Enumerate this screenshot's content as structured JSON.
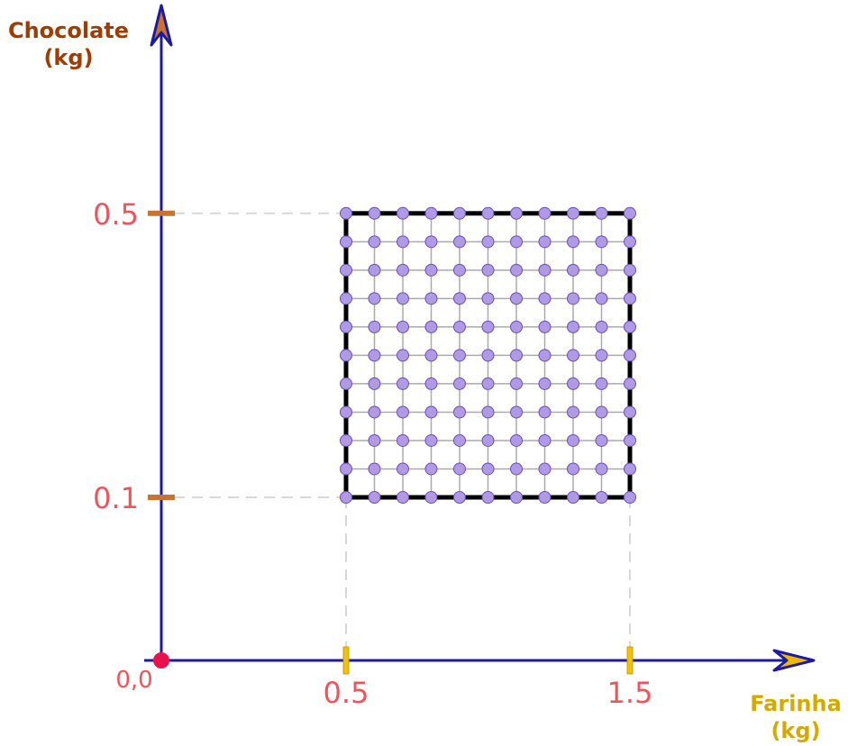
{
  "chart_data": {
    "type": "scatter",
    "title": "",
    "xlabel": "Farinha",
    "xunit": "(kg)",
    "ylabel": "Chocolate",
    "yunit": "(kg)",
    "origin_label": "0,0",
    "x_ticks": [
      {
        "value": 0.5,
        "label": "0.5"
      },
      {
        "value": 1.5,
        "label": "1.5"
      }
    ],
    "y_ticks": [
      {
        "value": 0.1,
        "label": "0.1"
      },
      {
        "value": 0.5,
        "label": "0.5"
      }
    ],
    "region": {
      "x": [
        0.5,
        1.5
      ],
      "y": [
        0.1,
        0.5
      ]
    },
    "grid_points": {
      "x_start": 0.5,
      "x_end": 1.5,
      "x_count": 11,
      "y_start": 0.1,
      "y_end": 0.5,
      "y_count": 11
    },
    "colors": {
      "axis": "#1a1aa6",
      "arrow_fill_y": "#c8732e",
      "arrow_fill_x": "#f2b800",
      "x_title": "#d4aa00",
      "y_title": "#a03c00",
      "tick_label": "#f2535a",
      "y_tick_mark": "#c8732e",
      "x_tick_mark": "#f2c200",
      "point_fill": "#b09ae6",
      "point_stroke": "#6a4fb8",
      "origin_point": "#e8134e",
      "region_border": "#000000",
      "grid_lines": "#aaaaaa",
      "guide_lines": "#d8d8d8"
    }
  }
}
